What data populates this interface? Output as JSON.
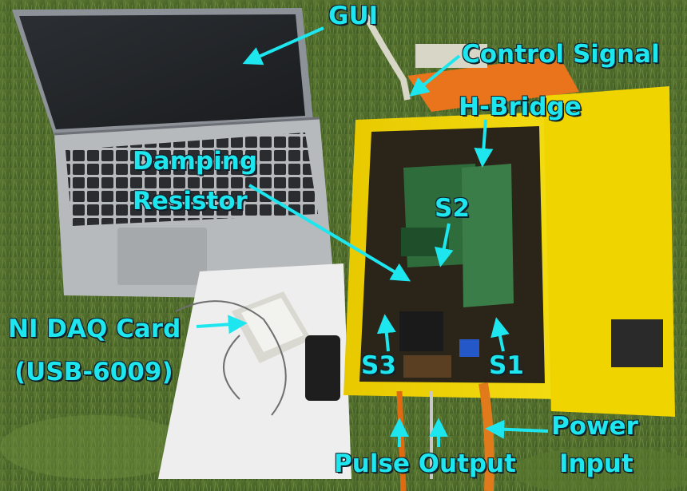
{
  "annotation_color": "#1ee6ef",
  "labels": {
    "gui": "GUI",
    "control_signal": "Control Signal",
    "h_bridge": "H-Bridge",
    "damping_line1": "Damping",
    "damping_line2": "Resistor",
    "s2": "S2",
    "daq_line1": "NI DAQ Card",
    "daq_line2": "(USB-6009)",
    "s3": "S3",
    "s1": "S1",
    "power_line1": "Power",
    "power_line2": "Input",
    "pulse_output": "Pulse Output"
  },
  "scene": {
    "laptop": "laptop",
    "yellow_case": "yellow-equipment-case",
    "pcb": "circuit-board",
    "daq_card": "ni-daq-card",
    "grass": "grass-background"
  }
}
